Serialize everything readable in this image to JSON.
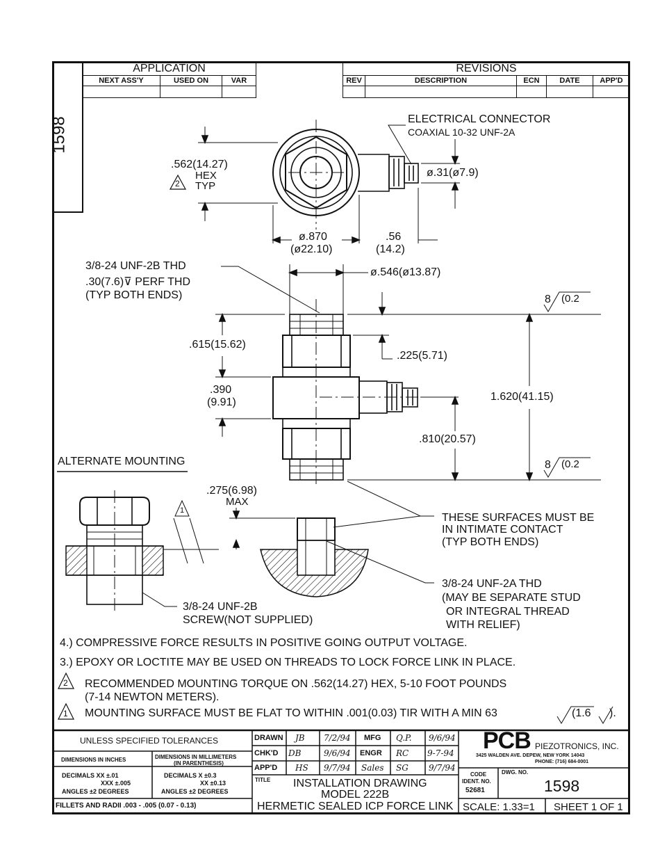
{
  "side_tab": {
    "number": "1598"
  },
  "application": {
    "title": "APPLICATION",
    "headers": [
      "NEXT ASS'Y",
      "USED ON",
      "VAR"
    ]
  },
  "revisions": {
    "title": "REVISIONS",
    "headers": [
      "REV",
      "DESCRIPTION",
      "ECN",
      "DATE",
      "APP'D"
    ]
  },
  "top_view": {
    "connector_label_1": "ELECTRICAL CONNECTOR",
    "connector_label_2": "COAXIAL 10-32 UNF-2A",
    "hex_dim": ".562(14.27)",
    "hex_note_1": "HEX",
    "hex_note_2": "TYP",
    "hex_flag": "2",
    "conn_dia": "ø.31(ø7.9)",
    "body_dia_1": "ø.870",
    "body_dia_2": "(ø22.10)",
    "conn_len_1": ".56",
    "conn_len_2": "(14.2)"
  },
  "side_view": {
    "thread_note_1": "3/8-24 UNF-2B THD",
    "thread_note_2": ".30(7.6)⊽ PERF THD",
    "thread_note_3": "(TYP BOTH ENDS)",
    "face_dia": "ø.546(ø13.87)",
    "finish_top": "8",
    "finish_top_val": "(0.2",
    "dim_615": ".615(15.62)",
    "dim_225": ".225(5.71)",
    "dim_390_1": ".390",
    "dim_390_2": "(9.91)",
    "dim_total": "1.620(41.15)",
    "dim_810": ".810(20.57)",
    "finish_bottom": "8",
    "finish_bottom_val": "(0.2"
  },
  "alt_mount": {
    "title": "ALTERNATE MOUNTING",
    "max_dim_1": ".275(6.98)",
    "max_dim_2": "MAX",
    "flag": "1",
    "contact_1": "THESE SURFACES MUST BE",
    "contact_2": "IN INTIMATE CONTACT",
    "contact_3": "(TYP BOTH ENDS)",
    "stud_1": "3/8-24 UNF-2A THD",
    "stud_2": "(MAY BE SEPARATE STUD",
    "stud_3": "OR INTEGRAL THREAD",
    "stud_4": "WITH RELIEF)",
    "screw_1": "3/8-24 UNF-2B",
    "screw_2": "SCREW(NOT SUPPLIED)"
  },
  "notes": {
    "n4": "4.) COMPRESSIVE FORCE RESULTS IN POSITIVE GOING OUTPUT VOLTAGE.",
    "n3": "3.) EPOXY OR LOCTITE MAY BE USED ON THREADS TO LOCK FORCE LINK IN PLACE.",
    "n2_flag": "2",
    "n2_a": "RECOMMENDED MOUNTING TORQUE ON .562(14.27) HEX, 5-10 FOOT POUNDS",
    "n2_b": "(7-14 NEWTON METERS).",
    "n1_flag": "1",
    "n1_a": "MOUNTING SURFACE MUST BE FLAT TO WITHIN .001(0.03) TIR WITH A MIN 63",
    "n1_b": "(1.6",
    "n1_c": ")."
  },
  "title_block": {
    "tolerances_title": "UNLESS SPECIFIED TOLERANCES",
    "inch_head": "DIMENSIONS IN INCHES",
    "mm_head_1": "DIMENSIONS IN MILLIMETERS",
    "mm_head_2": "(IN PARENTHESIS)",
    "inch_dec_1": "DECIMALS  XX ±.01",
    "inch_dec_2": "XXX ±.005",
    "inch_ang": "ANGLES ±2 DEGREES",
    "mm_dec_1": "DECIMALS  X ±0.3",
    "mm_dec_2": "XX ±0.13",
    "mm_ang": "ANGLES ±2 DEGREES",
    "fillets": "FILLETS AND RADII .003 - .005 (0.07 - 0.13)",
    "drawn_label": "DRAWN",
    "drawn_by": "JB",
    "drawn_date": "7/2/94",
    "chkd_label": "CHK'D",
    "chkd_by": "DB",
    "chkd_date": "9/6/94",
    "appd_label": "APP'D",
    "appd_by": "HS",
    "appd_date": "9/7/94",
    "mfg_label": "MFG",
    "mfg_by": "Q.P.",
    "mfg_date": "9/6/94",
    "engr_label": "ENGR",
    "engr_by": "RC",
    "engr_date": "9-7-94",
    "sales_label": "Sales",
    "sales_by": "SG",
    "sales_date": "9/7/94",
    "title_label": "TITLE",
    "title_1": "INSTALLATION DRAWING",
    "title_2": "MODEL 222B",
    "title_3": "HERMETIC SEALED ICP FORCE LINK",
    "company_logo": "PCB",
    "company_name": "PIEZOTRONICS, INC.",
    "company_addr": "3425 WALDEN AVE. DEPEW, NEW YORK 14043",
    "company_phone": "PHONE: (716) 684-0001",
    "code_label_1": "CODE",
    "code_label_2": "IDENT. NO.",
    "code_value": "52681",
    "dwg_label": "DWG. NO.",
    "dwg_value": "1598",
    "scale": "SCALE:  1.33=1",
    "sheet": "SHEET 1 OF 1"
  }
}
